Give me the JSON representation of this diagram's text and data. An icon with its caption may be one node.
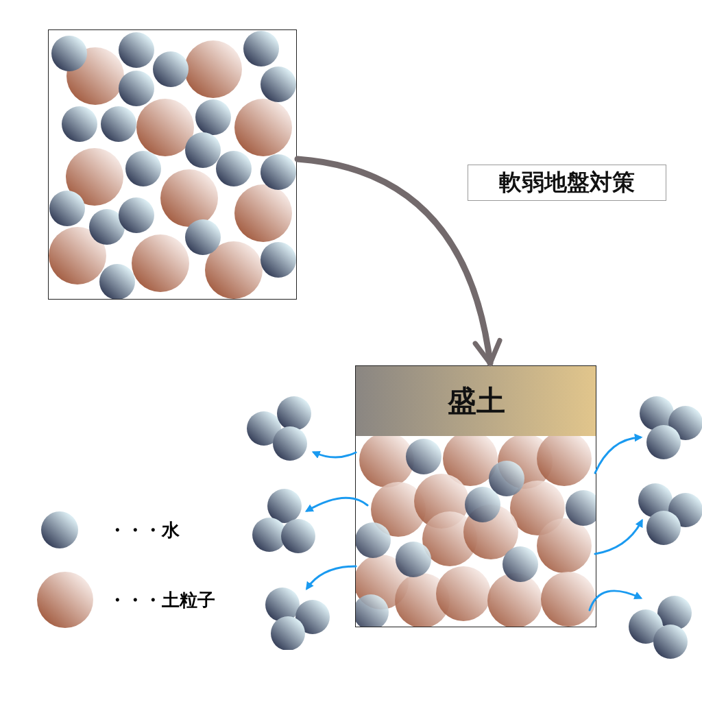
{
  "diagram": {
    "nodes": [
      {
        "text": [],
        "shape": "box"
      },
      {
        "text": [
          "軟弱地盤対策"
        ]
      },
      {
        "text": [],
        "shape": "box"
      },
      {
        "text": [
          "盛土"
        ],
        "in": 2
      },
      {
        "text": [],
        "shape": "circle"
      },
      {
        "text": [],
        "shape": "circle"
      },
      {
        "text": [],
        "shape": "circle"
      },
      {
        "text": [],
        "shape": "circle"
      },
      {
        "text": [],
        "shape": "circle"
      },
      {
        "text": [],
        "shape": "circle"
      }
    ],
    "edges": [
      {
        "from": 0,
        "to": 2,
        "arrow": "to",
        "style": "thick",
        "color": "#736a6c"
      },
      {
        "from": 2,
        "to": 4,
        "arrow": "to"
      },
      {
        "from": 2,
        "to": 5,
        "arrow": "to"
      },
      {
        "from": 2,
        "to": 6,
        "arrow": "to"
      },
      {
        "from": 2,
        "to": 7,
        "arrow": "to"
      },
      {
        "from": 2,
        "to": 8,
        "arrow": "to"
      },
      {
        "from": 2,
        "to": 9,
        "arrow": "to"
      }
    ],
    "legend": [
      {
        "text": "・・・水"
      },
      {
        "text": "・・・土粒子"
      }
    ]
  }
}
